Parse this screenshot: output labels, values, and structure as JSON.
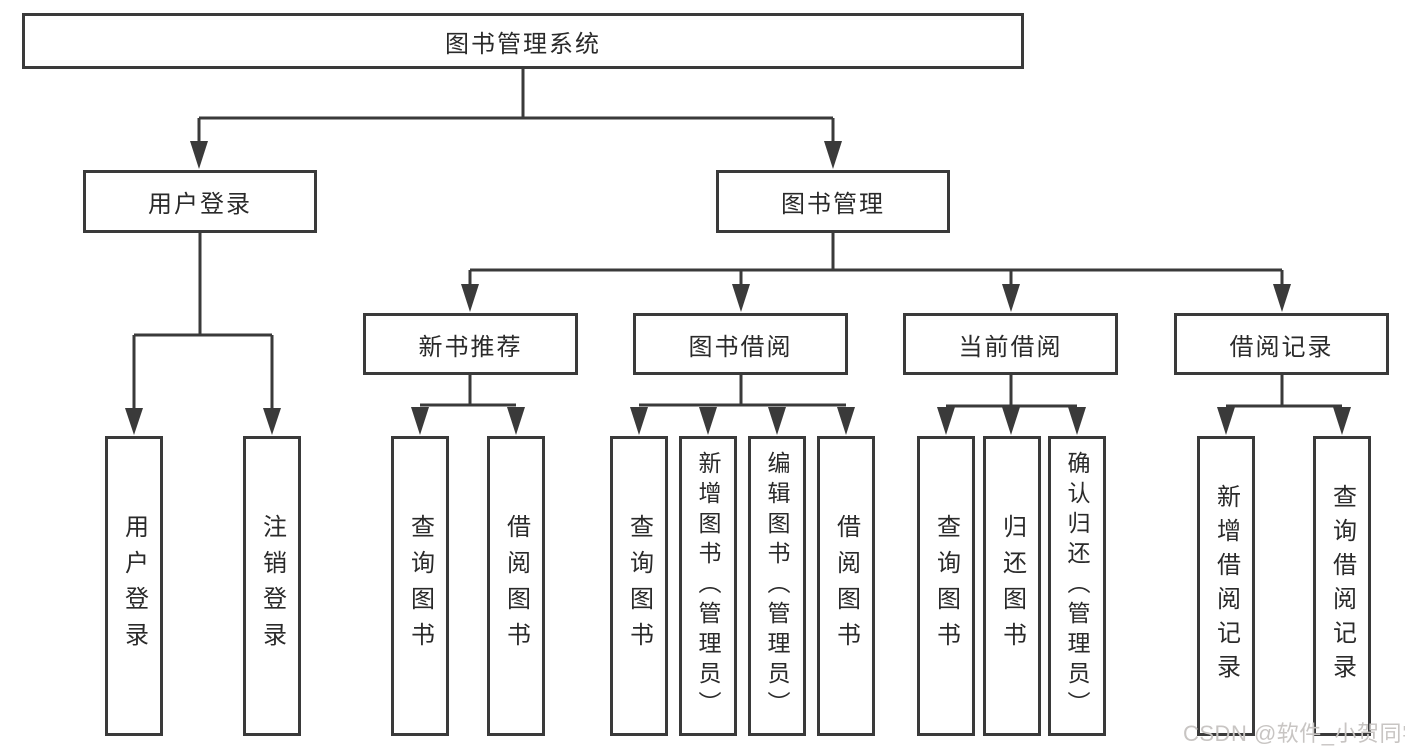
{
  "nodes": {
    "system": "图书管理系统",
    "user_login": "用户登录",
    "book_management": "图书管理",
    "new_book_recommend": "新书推荐",
    "book_borrowing": "图书借阅",
    "current_borrowing": "当前借阅",
    "borrowing_records": "借阅记录",
    "leaf_user_login": "用户登录",
    "leaf_logout": "注销登录",
    "leaf_query_books_recommend": "查询图书",
    "leaf_borrow_books_recommend": "借阅图书",
    "leaf_query_books_borrowing": "查询图书",
    "leaf_add_books_admin": "新增图书（管理员）",
    "leaf_edit_books_admin": "编辑图书（管理员）",
    "leaf_borrow_books_borrowing": "借阅图书",
    "leaf_query_books_current": "查询图书",
    "leaf_return_books": "归还图书",
    "leaf_confirm_return_admin": "确认归还（管理员）",
    "leaf_add_borrow_record": "新增借阅记录",
    "leaf_query_borrow_record": "查询借阅记录"
  },
  "watermark": {
    "text": "CSDN @软件_小贺同学"
  },
  "colors": {
    "line": "#3a3a3a",
    "text": "#2a2a2a",
    "box_fill": "#ffffff",
    "background": "#ffffff",
    "watermark": "#c8c5c3"
  }
}
